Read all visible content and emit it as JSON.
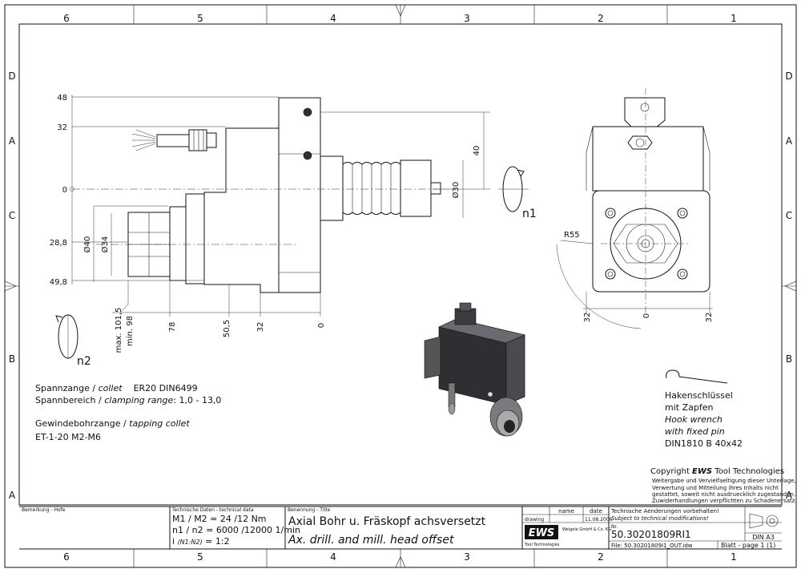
{
  "frame": {
    "columns": [
      "6",
      "5",
      "4",
      "3",
      "2",
      "1"
    ],
    "rows": [
      "D",
      "C",
      "B",
      "A"
    ]
  },
  "side_view": {
    "left_dims": [
      "48",
      "32",
      "0",
      "28,8",
      "49,8"
    ],
    "diameters": [
      "Ø40",
      "Ø34",
      "Ø30"
    ],
    "right_dim": "40",
    "bottom_dims": [
      "max. 101,5",
      "min. 98",
      "78",
      "50,5",
      "32",
      "0"
    ],
    "rotation_labels": [
      "n1",
      "n2"
    ]
  },
  "front_view": {
    "radius_label": "R55",
    "bottom_dims": [
      "32",
      "0",
      "32"
    ]
  },
  "specs": {
    "collet_de": "Spannzange / ",
    "collet_en": "collet",
    "collet_value": "ER20    DIN6499",
    "range_de": "Spannbereich / ",
    "range_en": "clamping range",
    "range_value": ": 1,0 - 13,0",
    "tapping_de": "Gewindebohrzange / ",
    "tapping_en": "tapping collet",
    "tapping_value": "ET-1-20   M2-M6"
  },
  "hook_wrench": {
    "line1": "Hakenschlüssel",
    "line2": "mit Zapfen",
    "line3": "Hook wrench",
    "line4": "with fixed pin",
    "line5": "DIN1810 B 40x42"
  },
  "copyright": {
    "prefix": "Copyright ",
    "brand": "EWS",
    "suffix": " Tool Technologies",
    "notice1": "Weitergabe und Vervielfaeltigung dieser Unterlage,",
    "notice2": "Verwertung und Mitteilung ihres Inhalts nicht",
    "notice3": "gestattet, soweit nicht ausdruecklich zugestanden.",
    "notice4": "Zuwiderhandlungen verpflichten zu Schadenersatz."
  },
  "title_block": {
    "remark_label": "Bemerkung - Hofe",
    "tech_label": "Technische Daten - technical data",
    "tech_line1": "M1 / M2 = 24  /12  Nm",
    "tech_line2": "n1 / n2 = 6000 /12000 1/min",
    "tech_line3_a": "i   ",
    "tech_line3_b": "(N1:N2)",
    "tech_line3_c": "  = 1:2",
    "title_label": "Benennung - Title",
    "title_de": "Axial Bohr u. Fräskopf achsversetzt",
    "title_en": "Ax. drill. and mill. head offset",
    "name_header": "name",
    "date_header": "date",
    "drawing_label": "drawing",
    "drawing_date": "11.08.2006",
    "logo": "EWS",
    "logo_sub": "Tool Technologies",
    "address": "Weigele GmbH & Co. KG",
    "change_de": "Technische Aenderungen vorbehalten!",
    "change_en": "Subject to technical modifications!",
    "nr_label": "Nr.",
    "drawing_number": "50.30201809RI1",
    "standard": "DIN A3",
    "file": "File: 50.30201809I1_OUT.idw",
    "sheet": "Blatt - page  1 (1)"
  }
}
